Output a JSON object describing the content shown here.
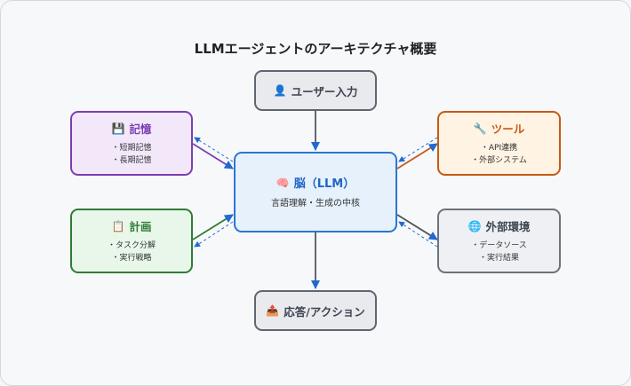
{
  "title": "LLMエージェントのアーキテクチャ概要",
  "nodes": {
    "user": {
      "icon": "👤",
      "icon_name": "user-icon",
      "label": "ユーザー入力"
    },
    "brain": {
      "icon": "🧠",
      "icon_name": "brain-icon",
      "label": "脳（LLM）",
      "sub": "言語理解・生成の中核"
    },
    "memory": {
      "icon": "💾",
      "icon_name": "floppy-disk-icon",
      "label": "記憶",
      "items": [
        "・短期記憶",
        "・長期記憶"
      ]
    },
    "plan": {
      "icon": "📋",
      "icon_name": "clipboard-icon",
      "label": "計画",
      "items": [
        "・タスク分解",
        "・実行戦略"
      ]
    },
    "tool": {
      "icon": "🔧",
      "icon_name": "wrench-icon",
      "label": "ツール",
      "items": [
        "・API連携",
        "・外部システム"
      ]
    },
    "ext": {
      "icon": "🌐",
      "icon_name": "globe-icon",
      "label": "外部環境",
      "items": [
        "・データソース",
        "・実行結果"
      ]
    },
    "resp": {
      "icon": "📤",
      "icon_name": "outbox-icon",
      "label": "応答/アクション"
    }
  },
  "colors": {
    "brain": "#2d76d2",
    "memory": "#7b3fb1",
    "plan": "#2f7d36",
    "tool": "#c65a16",
    "ext": "#6c737c",
    "flow": "#2d76d2"
  }
}
